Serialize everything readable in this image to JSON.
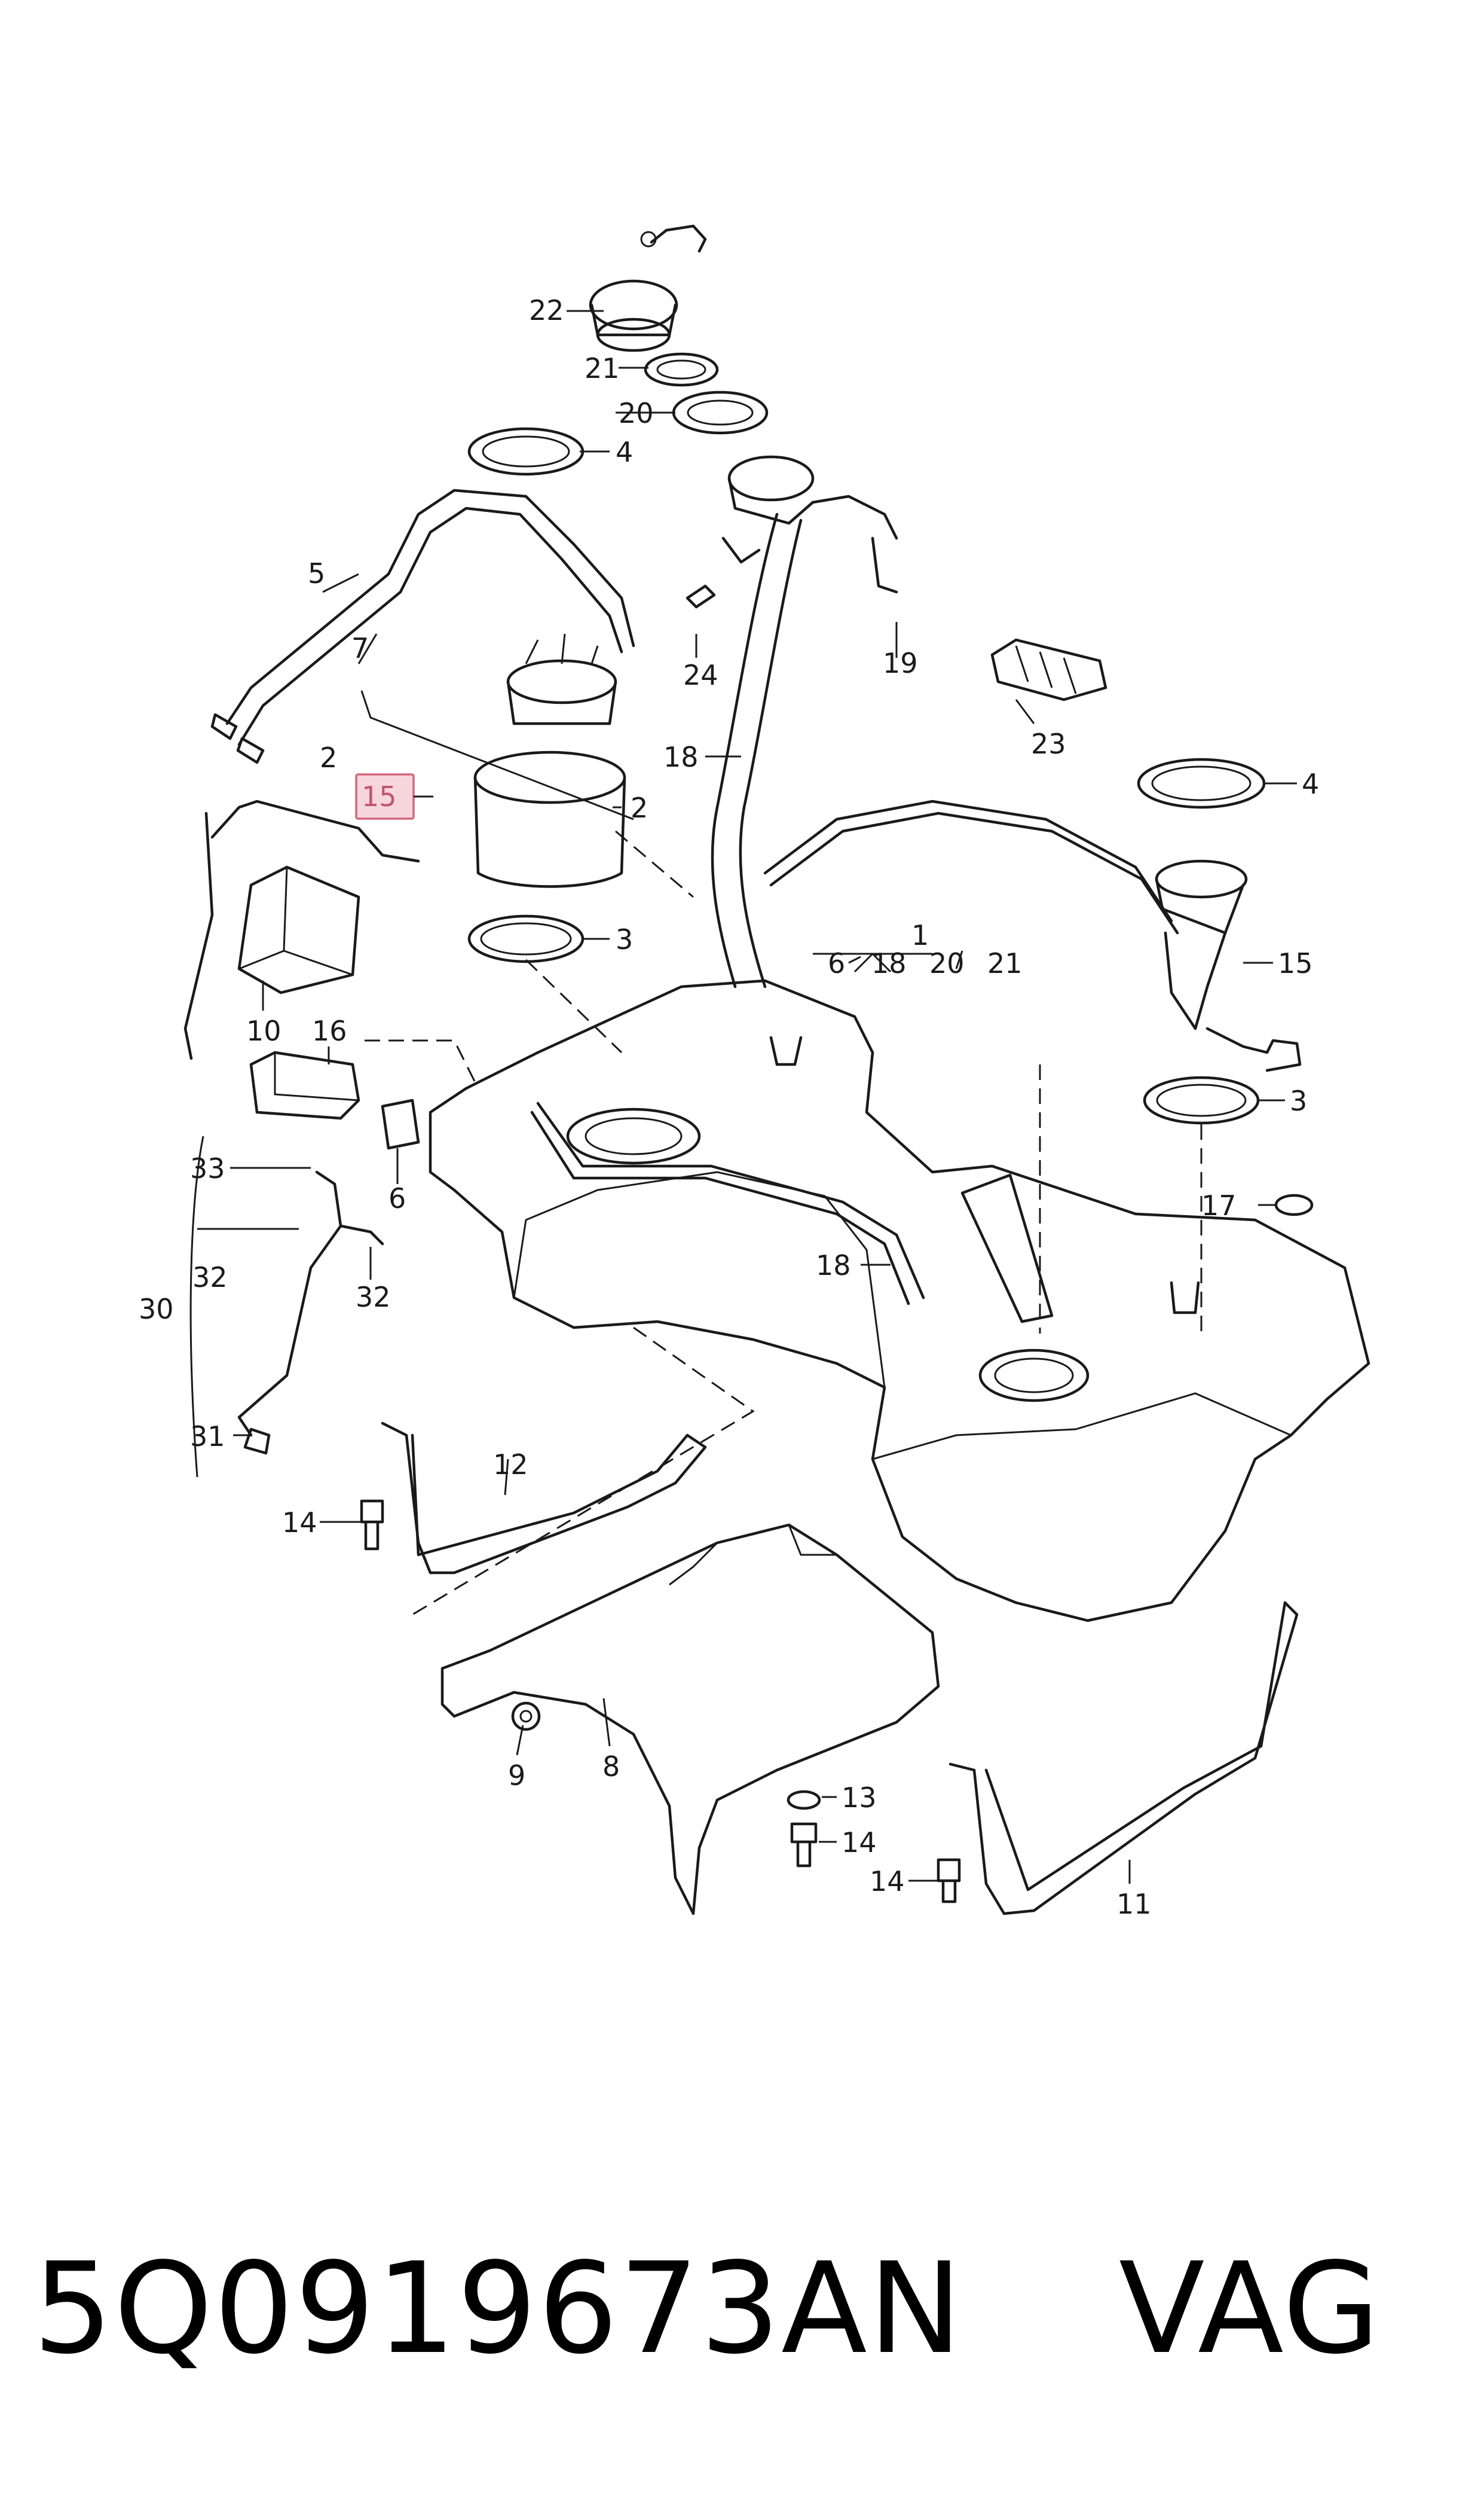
{
  "diagram": {
    "highlighted_label": "15",
    "callouts": {
      "c1": "1",
      "c1_sub": [
        "6",
        "18",
        "20",
        "21"
      ],
      "c2_left": "2",
      "c2_right": "2",
      "c3_top": "3",
      "c3_right": "3",
      "c4_top": "4",
      "c4_right": "4",
      "c5": "5",
      "c6": "6",
      "c7": "7",
      "c8": "8",
      "c9": "9",
      "c10": "10",
      "c11": "11",
      "c12": "12",
      "c13": "13",
      "c14_left": "14",
      "c14_mid": "14",
      "c14_bottom": "14",
      "c15_left": "15",
      "c15_right": "15",
      "c16": "16",
      "c17": "17",
      "c18_top": "18",
      "c18_mid": "18",
      "c19": "19",
      "c20": "20",
      "c21": "21",
      "c22": "22",
      "c23": "23",
      "c24": "24",
      "c30": "30",
      "c31": "31",
      "c32_a": "32",
      "c32_b": "32",
      "c33": "33"
    },
    "highlight_color": "#d2677c"
  },
  "caption": {
    "part_number": "5Q0919673AN",
    "brand": "VAG"
  }
}
